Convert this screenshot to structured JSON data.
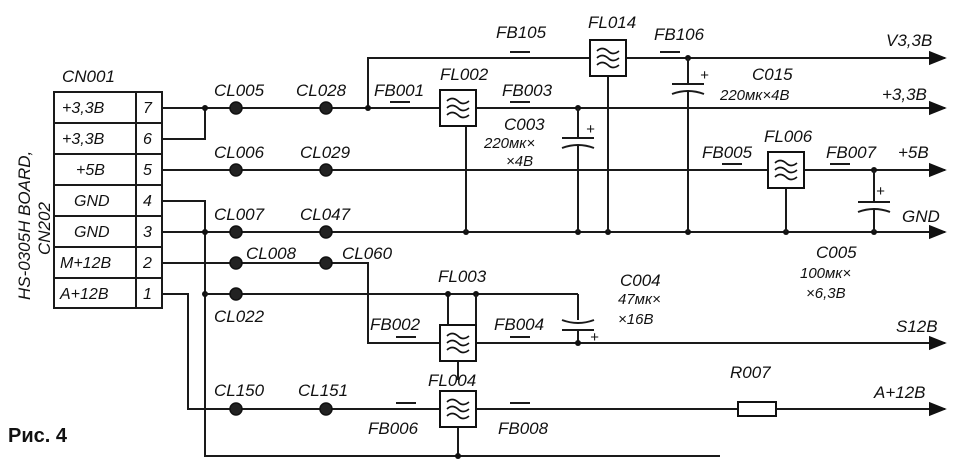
{
  "connector": {
    "name": "CN001",
    "board": "HS-0305H BOARD,",
    "ref": "CN202",
    "pins": [
      {
        "label": "+3,3В",
        "num": "7"
      },
      {
        "label": "+3,3В",
        "num": "6"
      },
      {
        "label": "+5В",
        "num": "5"
      },
      {
        "label": "GND",
        "num": "4"
      },
      {
        "label": "GND",
        "num": "3"
      },
      {
        "label": "M+12В",
        "num": "2"
      },
      {
        "label": "A+12В",
        "num": "1"
      }
    ]
  },
  "test_points": {
    "cl005": "CL005",
    "cl028": "CL028",
    "cl006": "CL006",
    "cl029": "CL029",
    "cl007": "CL007",
    "cl047": "CL047",
    "cl008": "CL008",
    "cl060": "CL060",
    "cl022": "CL022",
    "cl150": "CL150",
    "cl151": "CL151"
  },
  "ferrites": {
    "fb105": "FB105",
    "fb106": "FB106",
    "fb001": "FB001",
    "fb003": "FB003",
    "fb005": "FB005",
    "fb007": "FB007",
    "fb002": "FB002",
    "fb004": "FB004",
    "fb006": "FB006",
    "fb008": "FB008"
  },
  "filters": {
    "fl014": "FL014",
    "fl002": "FL002",
    "fl006": "FL006",
    "fl003": "FL003",
    "fl004": "FL004"
  },
  "capacitors": {
    "c015": {
      "ref": "C015",
      "value": "220мк×4В"
    },
    "c003": {
      "ref": "C003",
      "value1": "220мк×",
      "value2": "×4В"
    },
    "c005": {
      "ref": "C005",
      "value1": "100мк×",
      "value2": "×6,3В"
    },
    "c004": {
      "ref": "C004",
      "value1": "47мк×",
      "value2": "×16В"
    }
  },
  "resistors": {
    "r007": "R007"
  },
  "outputs": {
    "v33": "V3,3В",
    "p33": "+3,3В",
    "p5": "+5В",
    "gnd": "GND",
    "s12": "S12В",
    "a12": "A+12В"
  },
  "figure_label": "Рис. 4"
}
